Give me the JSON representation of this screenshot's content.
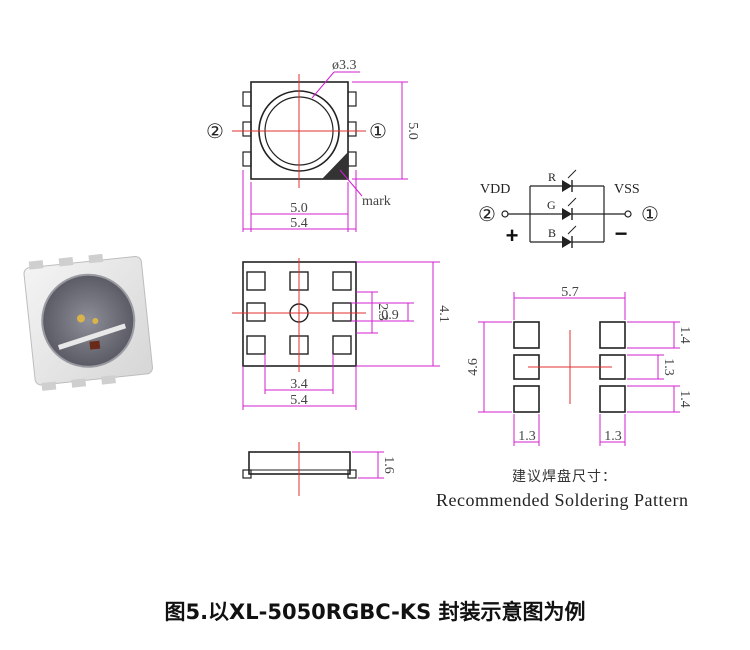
{
  "caption": "图5.以XL-5050RGBC-KS 封装示意图为例",
  "top_view": {
    "diameter_label": "ø3.3",
    "height_label": "5.0",
    "inner_width_label": "5.0",
    "outer_width_label": "5.4",
    "mark_label": "mark",
    "left_pin_label": "②",
    "right_pin_label": "①"
  },
  "bottom_view": {
    "pad_pitch_label": "0.9",
    "inner_height_label": "2.3",
    "outer_height_label": "4.1",
    "inner_width_label": "3.4",
    "outer_width_label": "5.4"
  },
  "side_view": {
    "thickness_label": "1.6"
  },
  "schematic": {
    "vdd_label": "VDD",
    "vss_label": "VSS",
    "left_pin_label": "②",
    "right_pin_label": "①",
    "plus_label": "+",
    "minus_label": "−",
    "led_r_label": "R",
    "led_g_label": "G",
    "led_b_label": "B"
  },
  "solder_pattern": {
    "width_label": "5.7",
    "pad_height_top_label": "1.4",
    "pad_height_mid_label": "1.3",
    "pad_height_bot_label": "1.4",
    "total_height_label": "4.6",
    "pad_width_left_label": "1.3",
    "pad_width_right_label": "1.3",
    "title_cn": "建议焊盘尺寸：",
    "title_en": "Recommended Soldering Pattern"
  },
  "colors": {
    "outline": "#222222",
    "dimension": "#d11fd1",
    "centerline": "#e03030"
  }
}
